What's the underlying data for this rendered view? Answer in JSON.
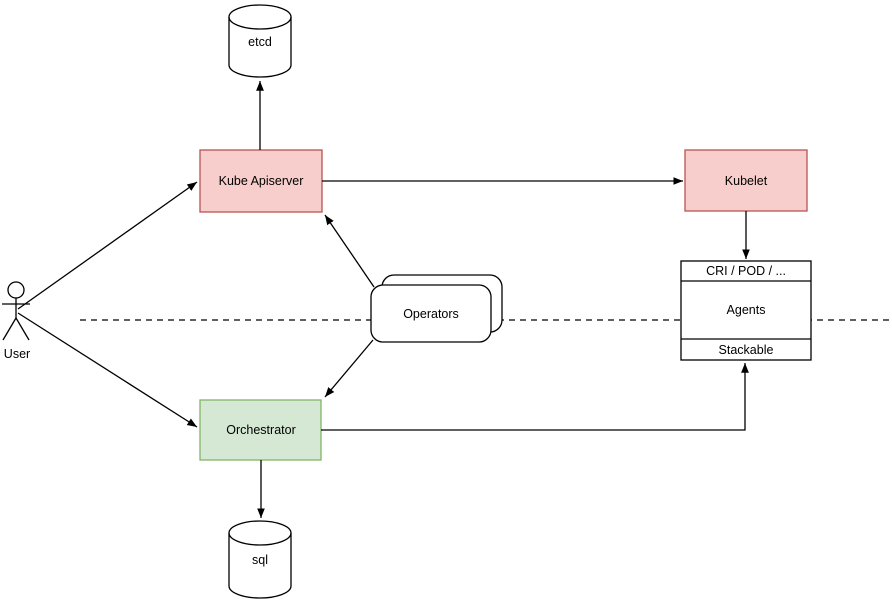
{
  "colors": {
    "background": "#ffffff",
    "red_node_fill": "#f8cecc",
    "red_node_stroke": "#b85450",
    "green_node_fill": "#d5e8d4",
    "green_node_stroke": "#82b366",
    "shape_fill": "#ffffff",
    "line": "#000000"
  },
  "nodes": {
    "etcd": {
      "label": "etcd",
      "shape": "cylinder"
    },
    "kube_apiserver": {
      "label": "Kube Apiserver",
      "shape": "rectangle"
    },
    "kubelet": {
      "label": "Kubelet",
      "shape": "rectangle"
    },
    "operators": {
      "label": "Operators",
      "shape": "stacked-rounded-rectangle"
    },
    "agents": {
      "header": "CRI / POD / ...",
      "title": "Agents",
      "footer": "Stackable",
      "shape": "sectioned-rectangle"
    },
    "orchestrator": {
      "label": "Orchestrator",
      "shape": "rectangle"
    },
    "sql": {
      "label": "sql",
      "shape": "cylinder"
    },
    "user": {
      "label": "User",
      "shape": "actor"
    }
  },
  "edges": [
    {
      "from": "user",
      "to": "kube_apiserver",
      "arrow": true
    },
    {
      "from": "user",
      "to": "orchestrator",
      "arrow": true
    },
    {
      "from": "kube_apiserver",
      "to": "etcd",
      "arrow": true
    },
    {
      "from": "kube_apiserver",
      "to": "kubelet",
      "arrow": true
    },
    {
      "from": "operators",
      "to": "kube_apiserver",
      "arrow": true
    },
    {
      "from": "operators",
      "to": "orchestrator",
      "arrow": true
    },
    {
      "from": "kubelet",
      "to": "agents",
      "arrow": true
    },
    {
      "from": "orchestrator",
      "to": "sql",
      "arrow": true
    },
    {
      "from": "orchestrator",
      "to": "agents_stackable",
      "arrow": true
    }
  ],
  "separator": {
    "style": "dashed",
    "orientation": "horizontal"
  }
}
